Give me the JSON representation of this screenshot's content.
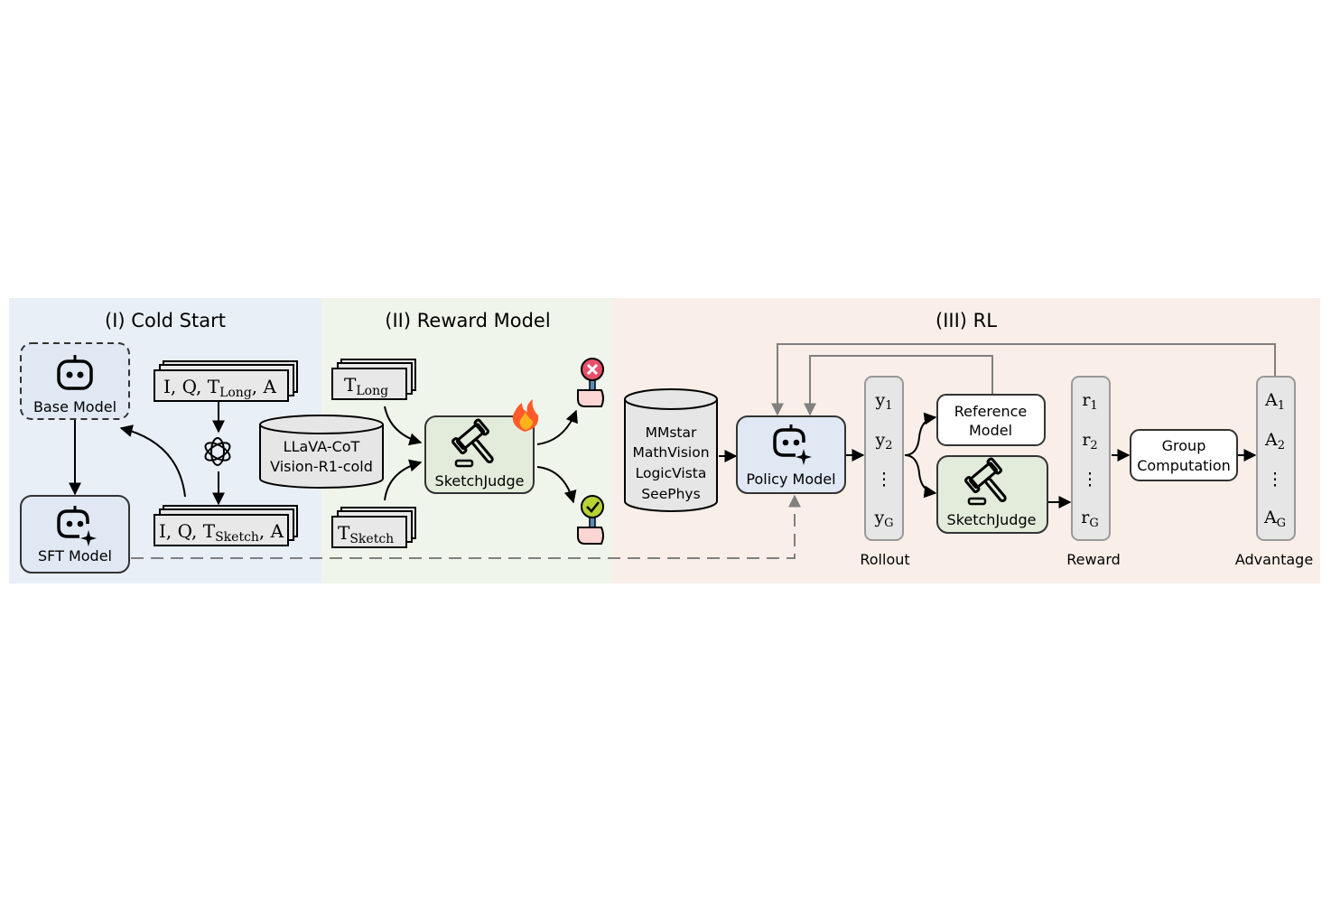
{
  "colors": {
    "panel1_bg": "#e9eff7",
    "panel2_bg": "#eff5ea",
    "panel3_bg": "#f9efe8",
    "model_box_fill": "#dfe8f3",
    "judge_fill": "#e3ecdb",
    "db_fill": "#e6e6e6",
    "stack_fill": "#e8e8e8",
    "column_fill": "#e6e6e6",
    "reject_color": "#e8506a",
    "accept_color": "#b5d335",
    "hand_color": "#fbd6d3",
    "feedback_line": "#808080"
  },
  "panels": {
    "cold_start": {
      "title": "(I) Cold Start",
      "base_model": "Base Model",
      "sft_model": "SFT Model",
      "long_stack": {
        "prefix": "I, Q, T",
        "sub": "Long",
        "suffix": ", A"
      },
      "sketch_stack": {
        "prefix": "I, Q, T",
        "sub": "Sketch",
        "suffix": ", A"
      },
      "teacher_icon": "openai-logo-icon",
      "dataset": [
        "LLaVA-CoT",
        "Vision-R1-cold"
      ]
    },
    "reward_model": {
      "title": "(II) Reward Model",
      "long_stack": {
        "prefix": "T",
        "sub": "Long"
      },
      "sketch_stack": {
        "prefix": "T",
        "sub": "Sketch"
      },
      "judge": "SketchJudge",
      "trainable_icon": "fire-icon",
      "reject_icon": "reject-sign-icon",
      "accept_icon": "accept-sign-icon"
    },
    "rl": {
      "title": "(III) RL",
      "datasets": [
        "MMstar",
        "MathVision",
        "LogicVista",
        "SeePhys"
      ],
      "policy_model": "Policy Model",
      "rollout": {
        "items": [
          {
            "b": "y",
            "s": "1"
          },
          {
            "b": "y",
            "s": "2"
          },
          {
            "b": "⋮",
            "s": ""
          },
          {
            "b": "y",
            "s": "G"
          }
        ],
        "label": "Rollout"
      },
      "reference_model": [
        "Reference",
        "Model"
      ],
      "judge": "SketchJudge",
      "reward": {
        "items": [
          {
            "b": "r",
            "s": "1"
          },
          {
            "b": "r",
            "s": "2"
          },
          {
            "b": "⋮",
            "s": ""
          },
          {
            "b": "r",
            "s": "G"
          }
        ],
        "label": "Reward"
      },
      "group_computation": [
        "Group",
        "Computation"
      ],
      "advantage": {
        "items": [
          {
            "b": "A",
            "s": "1"
          },
          {
            "b": "A",
            "s": "2"
          },
          {
            "b": "⋮",
            "s": ""
          },
          {
            "b": "A",
            "s": "G"
          }
        ],
        "label": "Advantage"
      }
    }
  }
}
